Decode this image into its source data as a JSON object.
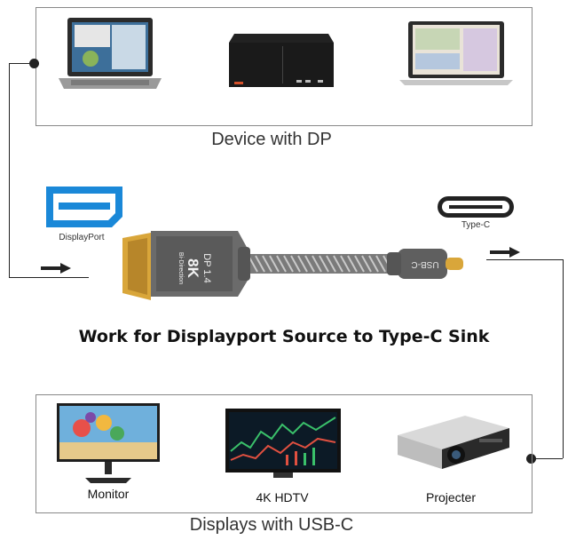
{
  "source": {
    "caption": "Device with DP",
    "devices": [
      "laptop",
      "desktop-pc",
      "macbook"
    ]
  },
  "connectors": {
    "left_label": "DisplayPort",
    "right_label": "Type-C"
  },
  "cable": {
    "dp_text_line1": "DP 1.4",
    "dp_text_line2": "8K",
    "dp_text_line3": "Bi-Direction",
    "usbc_text": "USB-C"
  },
  "headline": "Work for Displayport Source to Type-C Sink",
  "sinks": {
    "caption": "Displays with USB-C",
    "items": [
      {
        "label": "Monitor"
      },
      {
        "label": "4K HDTV"
      },
      {
        "label": "Projecter"
      }
    ]
  },
  "colors": {
    "dp_blue": "#1a88d8",
    "gold": "#d9a63a",
    "cable_gray": "#6b6b6b",
    "line": "#222222"
  }
}
